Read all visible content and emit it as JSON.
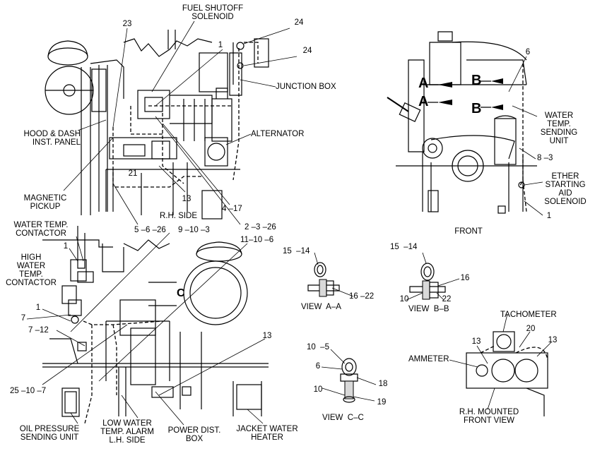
{
  "callouts": {
    "fuel_shutoff_solenoid": "FUEL SHUTOFF\nSOLENOID",
    "n24_top": "24",
    "n24_second": "24",
    "n23": "23",
    "n1_top": "1",
    "junction_box": "JUNCTION BOX",
    "hood_dash": "HOOD & DASH\nINST. PANEL",
    "alternator": "ALTERNATOR",
    "n21": "21",
    "magnetic_pickup": "MAGNETIC\nPICKUP",
    "n13_mid": "13",
    "rh_side": "R.H. SIDE",
    "n4_17": "4 –17",
    "n5_6_26": "5 –6 –26",
    "n9_10_3": "9 –10 –3",
    "n2_3_26": "2 –3 –26",
    "n11_10_6": "11–10 –6",
    "water_temp_contactor": "WATER TEMP.\nCONTACTOR",
    "n1_left_a": "1",
    "high_water_temp_contactor": "HIGH\nWATER\nTEMP.\nCONTACTOR",
    "n1_left_b": "1",
    "n7": "7",
    "n7_12": "7 –12",
    "n25_10_7": "25 –10 –7",
    "n13_lower": "13",
    "oil_pressure": "OIL PRESSURE\nSENDING UNIT",
    "low_water": "LOW WATER\nTEMP. ALARM\nL.H. SIDE",
    "power_dist": "POWER DIST.\nBOX",
    "jacket_water": "JACKET WATER\nHEATER",
    "n6_right": "6",
    "water_temp_sending": "WATER\nTEMP.\nSENDING\nUNIT",
    "n8_3": "8 –3",
    "ether_starting": "ETHER\nSTARTING\nAID\nSOLENOID",
    "n1_right": "1",
    "front": "FRONT",
    "view_a_15_14": "15  –14",
    "view_a_16_22": "16 –22",
    "view_a_a": "VIEW  A–A",
    "view_b_15_14": "15  –14",
    "view_b_16": "16",
    "view_b_10": "10",
    "view_b_22": "22",
    "view_b_b": "VIEW  B–B",
    "view_c_10_5": "10  –5",
    "view_c_6": "6",
    "view_c_18": "18",
    "view_c_10": "10",
    "view_c_19": "19",
    "view_c_c": "VIEW  C–C",
    "tachometer": "TACHOMETER",
    "n20": "20",
    "n13_panel_left": "13",
    "n13_panel_right": "13",
    "ammeter": "AMMETER",
    "rh_mounted": "R.H. MOUNTED\nFRONT VIEW"
  },
  "view_markers": {
    "a_upper": "A",
    "a_lower": "A",
    "b_upper": "B",
    "b_lower": "B",
    "c": "C"
  }
}
